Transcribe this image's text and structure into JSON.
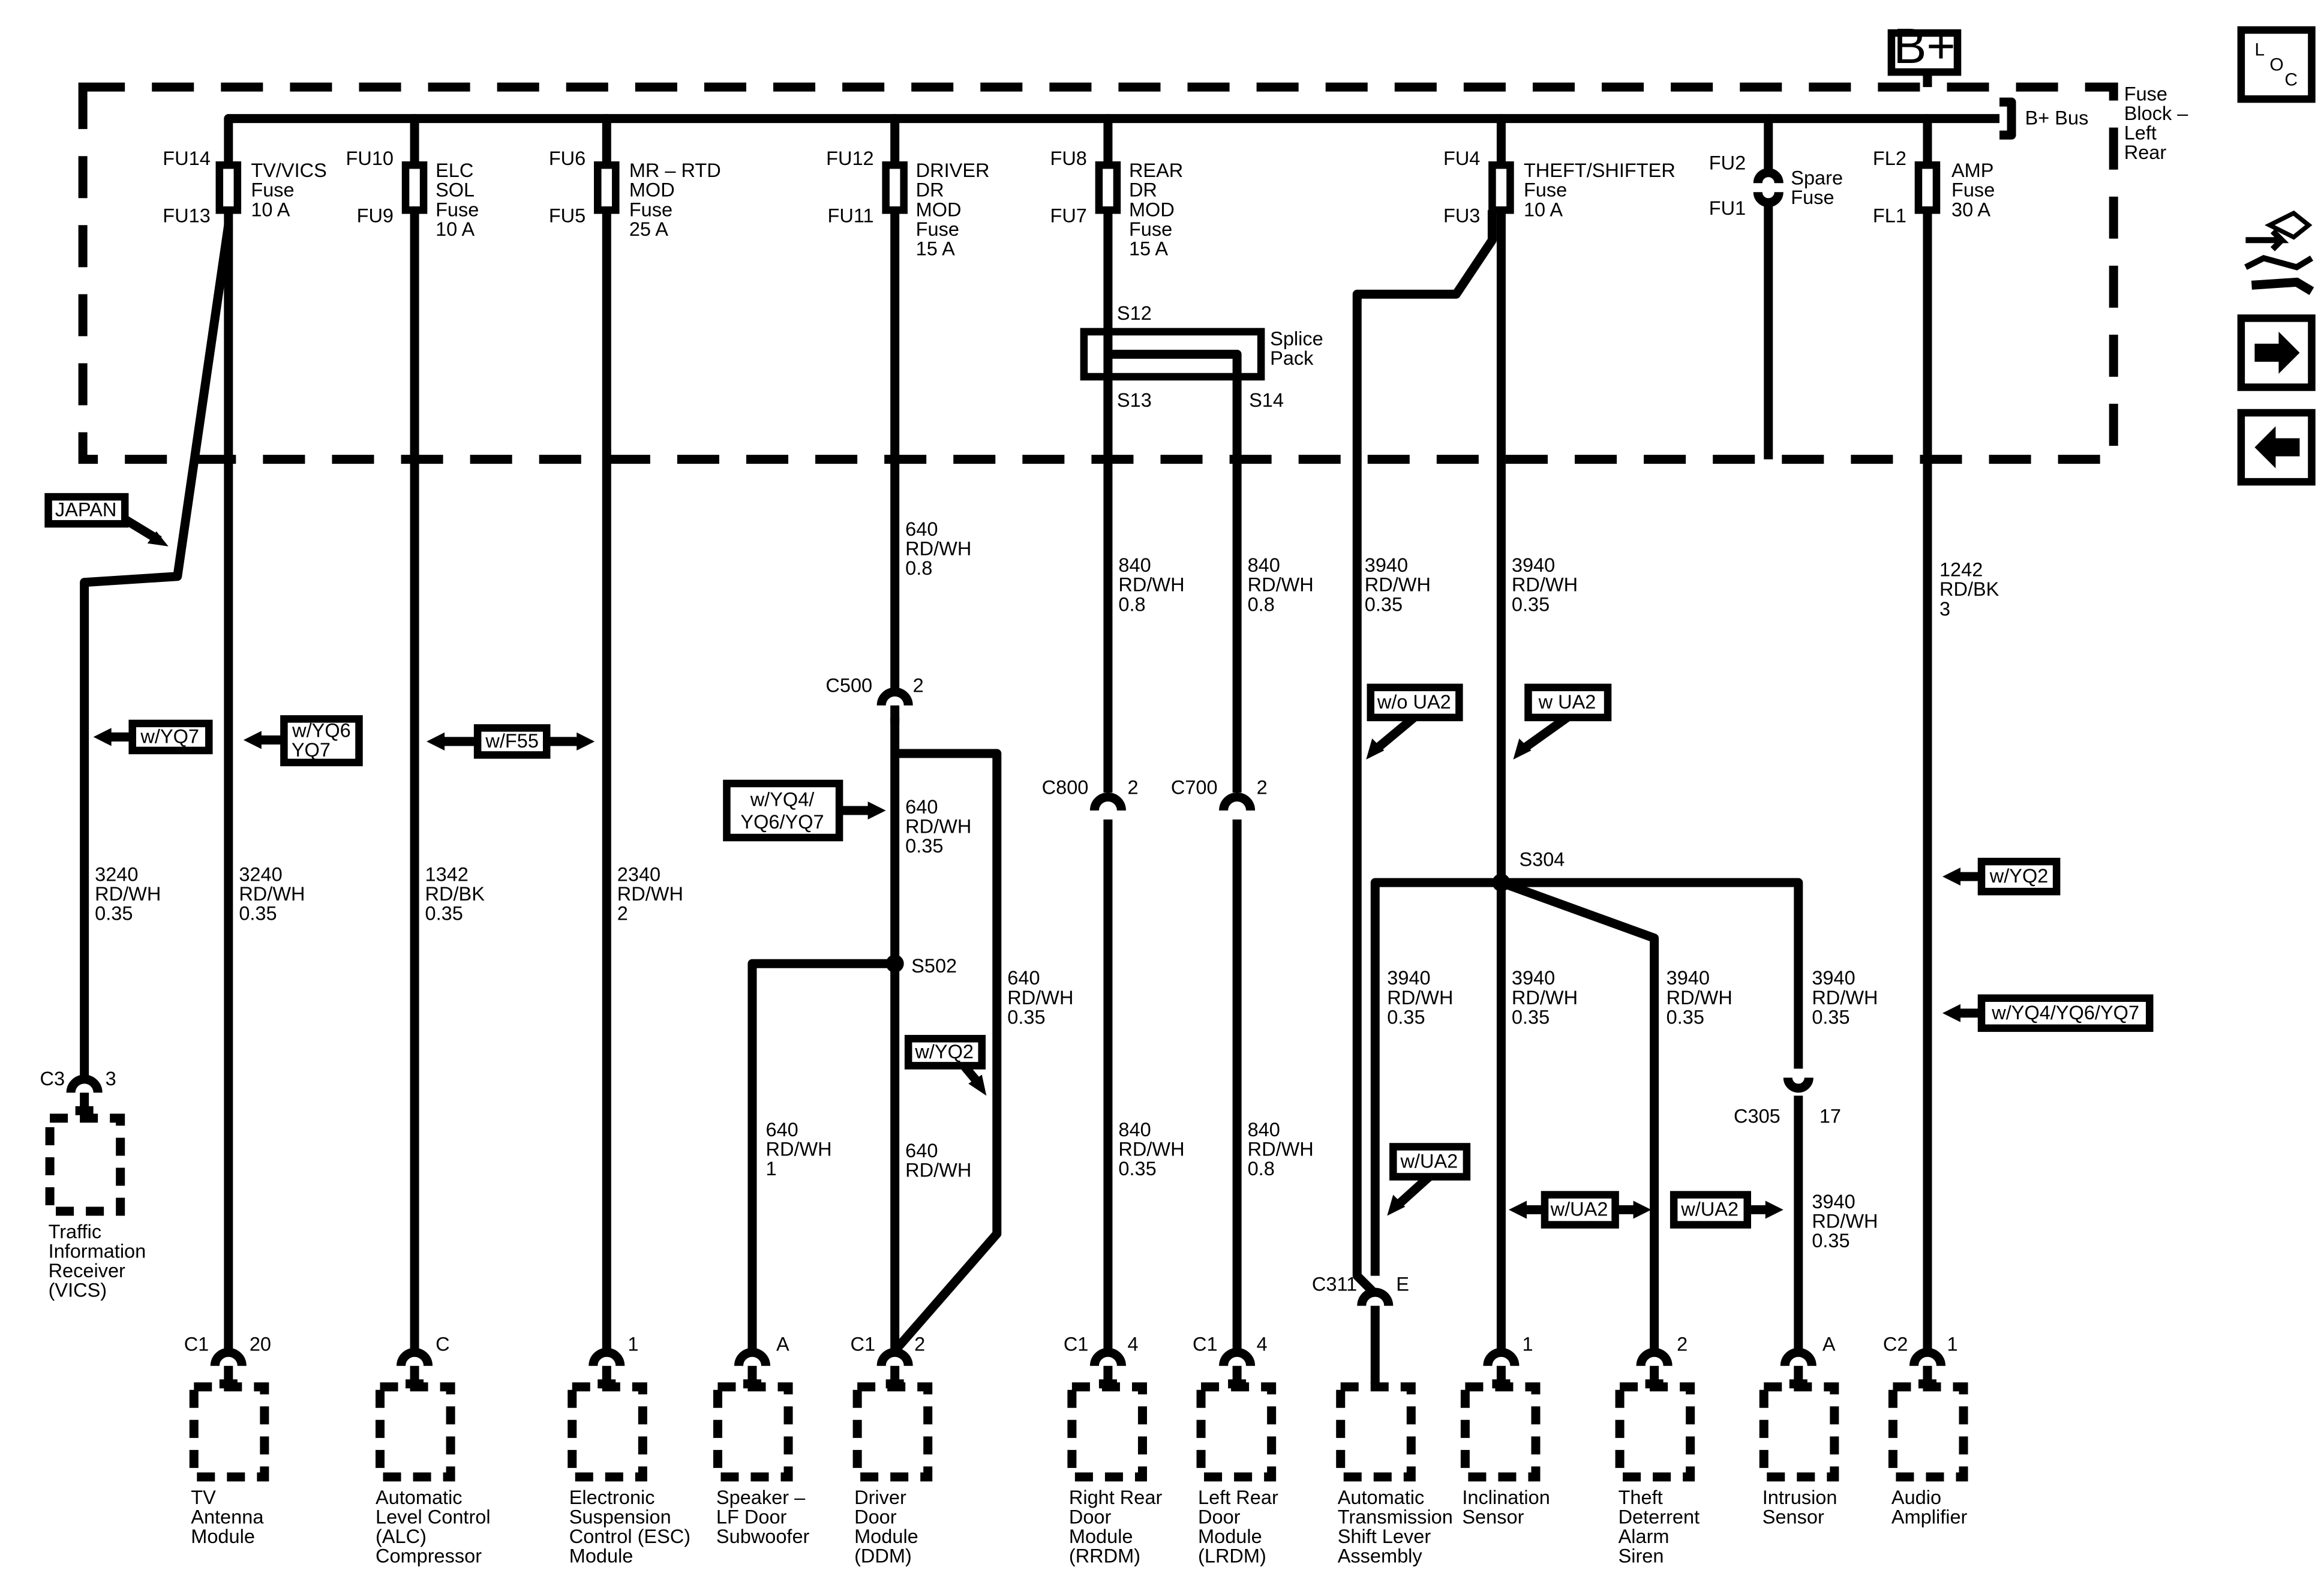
{
  "bplus": "B+",
  "loc_icon": {
    "l": "L",
    "o": "O",
    "c": "C"
  },
  "nav_icons": [
    "wrench-hand-icon",
    "arrow-right-icon",
    "arrow-left-icon"
  ],
  "fuse_block": {
    "bus": "B+ Bus",
    "name": [
      "Fuse",
      "Block –",
      "Left",
      "Rear"
    ]
  },
  "fuses": [
    {
      "top": "FU14",
      "bottom": "FU13",
      "label": [
        "TV/VICS",
        "Fuse",
        "10 A"
      ]
    },
    {
      "top": "FU10",
      "bottom": "FU9",
      "label": [
        "ELC",
        "SOL",
        "Fuse",
        "10 A"
      ]
    },
    {
      "top": "FU6",
      "bottom": "FU5",
      "label": [
        "MR – RTD",
        "MOD",
        "Fuse",
        "25 A"
      ]
    },
    {
      "top": "FU12",
      "bottom": "FU11",
      "label": [
        "DRIVER",
        "DR",
        "MOD",
        "Fuse",
        "15 A"
      ]
    },
    {
      "top": "FU8",
      "bottom": "FU7",
      "label": [
        "REAR",
        "DR",
        "MOD",
        "Fuse",
        "15 A"
      ]
    },
    {
      "top": "FU4",
      "bottom": "FU3",
      "label": [
        "THEFT/SHIFTER",
        "Fuse",
        "10 A"
      ]
    },
    {
      "top": "FU2",
      "bottom": "FU1",
      "label": [
        "Spare",
        "Fuse"
      ]
    },
    {
      "top": "FL2",
      "bottom": "FL1",
      "label": [
        "AMP",
        "Fuse",
        "30 A"
      ]
    }
  ],
  "splice_pack": {
    "name": [
      "Splice",
      "Pack"
    ],
    "top": "S12",
    "left": "S13",
    "right": "S14"
  },
  "option_flags": {
    "japan": "JAPAN",
    "yq7": "w/YQ7",
    "yq6yq7": [
      "w/YQ6",
      "YQ7"
    ],
    "f55": "w/F55",
    "yq4yq6yq7_a": [
      "w/YQ4/",
      "YQ6/YQ7"
    ],
    "yq2_a": "w/YQ2",
    "wo_ua2": "w/o UA2",
    "w_ua2": "w UA2",
    "ua2_a": "w/UA2",
    "ua2_b": "w/UA2",
    "ua2_c": "w/UA2",
    "yq2_b": "w/YQ2",
    "yq4yq6yq7_b": "w/YQ4/YQ6/YQ7"
  },
  "wires": {
    "w640_top": [
      "640",
      "RD/WH",
      "0.8"
    ],
    "w840_a": [
      "840",
      "RD/WH",
      "0.8"
    ],
    "w840_b": [
      "840",
      "RD/WH",
      "0.8"
    ],
    "w3940_a": [
      "3940",
      "RD/WH",
      "0.35"
    ],
    "w3940_b": [
      "3940",
      "RD/WH",
      "0.35"
    ],
    "w1242": [
      "1242",
      "RD/BK",
      "3"
    ],
    "w3240_a": [
      "3240",
      "RD/WH",
      "0.35"
    ],
    "w3240_b": [
      "3240",
      "RD/WH",
      "0.35"
    ],
    "w1342": [
      "1342",
      "RD/BK",
      "0.35"
    ],
    "w2340": [
      "2340",
      "RD/WH",
      "2"
    ],
    "w640_mid": [
      "640",
      "RD/WH",
      "0.35"
    ],
    "w640_right": [
      "640",
      "RD/WH",
      "0.35"
    ],
    "w640_spk": [
      "640",
      "RD/WH",
      "1"
    ],
    "w640_ddm": [
      "640",
      "RD/WH"
    ],
    "w840_c": [
      "840",
      "RD/WH",
      "0.35"
    ],
    "w840_d": [
      "840",
      "RD/WH",
      "0.8"
    ],
    "w3940_c": [
      "3940",
      "RD/WH",
      "0.35"
    ],
    "w3940_d": [
      "3940",
      "RD/WH",
      "0.35"
    ],
    "w3940_e": [
      "3940",
      "RD/WH",
      "0.35"
    ],
    "w3940_f": [
      "3940",
      "RD/WH",
      "0.35"
    ],
    "w3940_g": [
      "3940",
      "RD/WH",
      "0.35"
    ]
  },
  "connectors": {
    "c500": {
      "name": "C500",
      "pin": "2"
    },
    "c800": {
      "name": "C800",
      "pin": "2"
    },
    "c700": {
      "name": "C700",
      "pin": "2"
    },
    "c3": {
      "name": "C3",
      "pin": "3"
    },
    "c305": {
      "name": "C305",
      "pin": "17"
    },
    "c311": {
      "name": "C311",
      "pin": "E"
    },
    "tv": {
      "name": "C1",
      "pin": "20"
    },
    "alc": {
      "name": "",
      "pin": "C"
    },
    "esc": {
      "name": "",
      "pin": "1"
    },
    "spk": {
      "name": "",
      "pin": "A"
    },
    "ddm": {
      "name": "C1",
      "pin": "2"
    },
    "rrdm": {
      "name": "C1",
      "pin": "4"
    },
    "lrdm": {
      "name": "C1",
      "pin": "4"
    },
    "incl": {
      "name": "",
      "pin": "1"
    },
    "siren": {
      "name": "",
      "pin": "2"
    },
    "intr": {
      "name": "",
      "pin": "A"
    },
    "amp": {
      "name": "C2",
      "pin": "1"
    }
  },
  "splices": {
    "s502": "S502",
    "s304": "S304"
  },
  "components": {
    "vics": [
      "Traffic",
      "Information",
      "Receiver",
      "(VICS)"
    ],
    "tv": [
      "TV",
      "Antenna",
      "Module"
    ],
    "alc": [
      "Automatic",
      "Level Control",
      "(ALC)",
      "Compressor"
    ],
    "esc": [
      "Electronic",
      "Suspension",
      "Control (ESC)",
      "Module"
    ],
    "spk": [
      "Speaker –",
      "LF Door",
      "Subwoofer"
    ],
    "ddm": [
      "Driver",
      "Door",
      "Module",
      "(DDM)"
    ],
    "rrdm": [
      "Right Rear",
      "Door",
      "Module",
      "(RRDM)"
    ],
    "lrdm": [
      "Left Rear",
      "Door",
      "Module",
      "(LRDM)"
    ],
    "tsl": [
      "Automatic",
      "Transmission",
      "Shift Lever",
      "Assembly"
    ],
    "incl": [
      "Inclination",
      "Sensor"
    ],
    "siren": [
      "Theft",
      "Deterrent",
      "Alarm",
      "Siren"
    ],
    "intr": [
      "Intrusion",
      "Sensor"
    ],
    "amp": [
      "Audio",
      "Amplifier"
    ]
  }
}
